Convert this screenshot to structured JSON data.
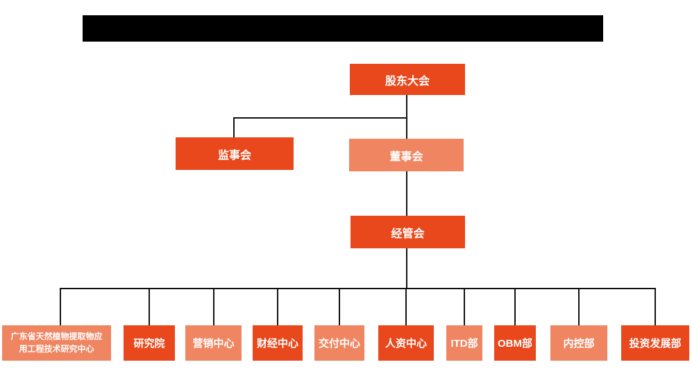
{
  "colors": {
    "node_dark": "#e8481c",
    "node_light": "#ef8561",
    "connector_line": "#111111",
    "redacted_title_bar": "#000000",
    "node_text": "#ffffff",
    "background": "#ffffff"
  },
  "org": {
    "level1": {
      "label": "股东大会",
      "variant": "dark"
    },
    "level2": [
      {
        "label": "监事会",
        "variant": "dark"
      },
      {
        "label": "董事会",
        "variant": "light"
      }
    ],
    "level3": {
      "label": "经管会",
      "variant": "dark"
    },
    "departments": [
      {
        "label": "广东省天然植物提取物应用工程技术研究中心",
        "variant": "light"
      },
      {
        "label": "研究院",
        "variant": "dark"
      },
      {
        "label": "营销中心",
        "variant": "light"
      },
      {
        "label": "财经中心",
        "variant": "dark"
      },
      {
        "label": "交付中心",
        "variant": "light"
      },
      {
        "label": "人资中心",
        "variant": "dark"
      },
      {
        "label": "ITD部",
        "variant": "light"
      },
      {
        "label": "OBM部",
        "variant": "dark"
      },
      {
        "label": "内控部",
        "variant": "light"
      },
      {
        "label": "投资发展部",
        "variant": "dark"
      }
    ]
  }
}
